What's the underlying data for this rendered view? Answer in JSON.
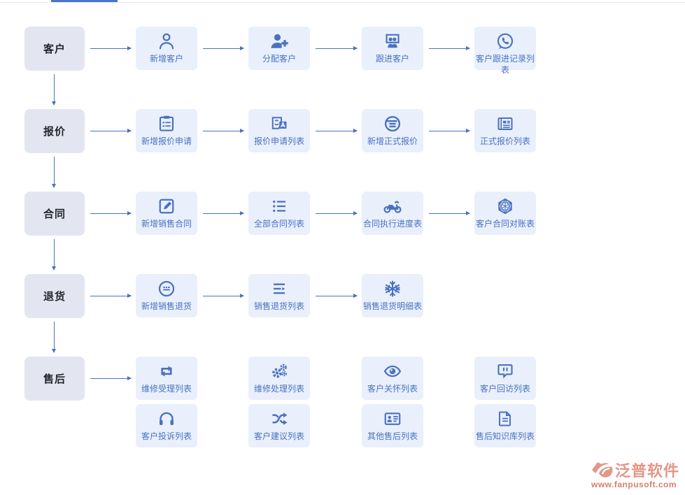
{
  "topbar": {
    "active_tab_indicator_color": "#4a74c9",
    "divider_color": "#ececec"
  },
  "colors": {
    "accent": "#4a71c1",
    "card_bg": "#e9f0fc",
    "stage_bg": "#e3e6f0",
    "watermark": "#e39788",
    "watermark_url": "#d4806f"
  },
  "flow": {
    "rows": [
      {
        "stage": "客户",
        "connector_down": true,
        "cards": [
          {
            "label": "新增客户",
            "icon": "user-outline-icon",
            "col": 0,
            "sub": 0,
            "arrow_before": true
          },
          {
            "label": "分配客户",
            "icon": "user-add-icon",
            "col": 1,
            "sub": 0,
            "arrow_before": true
          },
          {
            "label": "跟进客户",
            "icon": "users-banner-icon",
            "col": 2,
            "sub": 0,
            "arrow_before": true
          },
          {
            "label": "客户跟进记录列表",
            "icon": "whatsapp-icon",
            "col": 3,
            "sub": 0,
            "arrow_before": true
          }
        ]
      },
      {
        "stage": "报价",
        "connector_down": true,
        "cards": [
          {
            "label": "新增报价申请",
            "icon": "clipboard-form-icon",
            "col": 0,
            "sub": 0,
            "arrow_before": true
          },
          {
            "label": "报价申请列表",
            "icon": "translate-doc-icon",
            "col": 1,
            "sub": 0,
            "arrow_before": true
          },
          {
            "label": "新增正式报价",
            "icon": "circle-bars-icon",
            "col": 2,
            "sub": 0,
            "arrow_before": true
          },
          {
            "label": "正式报价列表",
            "icon": "newspaper-icon",
            "col": 3,
            "sub": 0,
            "arrow_before": true
          }
        ]
      },
      {
        "stage": "合同",
        "connector_down": true,
        "cards": [
          {
            "label": "新增销售合同",
            "icon": "edit-square-icon",
            "col": 0,
            "sub": 0,
            "arrow_before": true
          },
          {
            "label": "全部合同列表",
            "icon": "list-bullets-icon",
            "col": 1,
            "sub": 0,
            "arrow_before": true
          },
          {
            "label": "合同执行进度表",
            "icon": "motorcycle-icon",
            "col": 2,
            "sub": 0,
            "arrow_before": true
          },
          {
            "label": "客户合同对账表",
            "icon": "hexagon-mesh-icon",
            "col": 3,
            "sub": 0,
            "arrow_before": true
          }
        ]
      },
      {
        "stage": "退货",
        "connector_down": true,
        "cards": [
          {
            "label": "新增销售退货",
            "icon": "face-dashes-icon",
            "col": 0,
            "sub": 0,
            "arrow_before": true
          },
          {
            "label": "销售退货列表",
            "icon": "list-arrow-icon",
            "col": 1,
            "sub": 0,
            "arrow_before": true
          },
          {
            "label": "销售退货明细表",
            "icon": "snowflake-icon",
            "col": 2,
            "sub": 0,
            "arrow_before": true
          }
        ]
      },
      {
        "stage": "售后",
        "connector_down": false,
        "cards": [
          {
            "label": "维修受理列表",
            "icon": "repeat-icon",
            "col": 0,
            "sub": 0,
            "arrow_before": true
          },
          {
            "label": "维修处理列表",
            "icon": "gears-icon",
            "col": 1,
            "sub": 0,
            "arrow_before": false
          },
          {
            "label": "客户关怀列表",
            "icon": "eye-icon",
            "col": 2,
            "sub": 0,
            "arrow_before": false
          },
          {
            "label": "客户回访列表",
            "icon": "chat-bubble-icon",
            "col": 3,
            "sub": 0,
            "arrow_before": false
          },
          {
            "label": "客户投诉列表",
            "icon": "headset-icon",
            "col": 0,
            "sub": 1,
            "arrow_before": false
          },
          {
            "label": "客户建议列表",
            "icon": "shuffle-icon",
            "col": 1,
            "sub": 1,
            "arrow_before": false
          },
          {
            "label": "其他售后列表",
            "icon": "id-card-icon",
            "col": 2,
            "sub": 1,
            "arrow_before": false
          },
          {
            "label": "售后知识库列表",
            "icon": "file-text-icon",
            "col": 3,
            "sub": 1,
            "arrow_before": false
          }
        ]
      }
    ]
  },
  "watermark": {
    "brand": "泛普软件",
    "url": "www.fanpusoft.com"
  }
}
